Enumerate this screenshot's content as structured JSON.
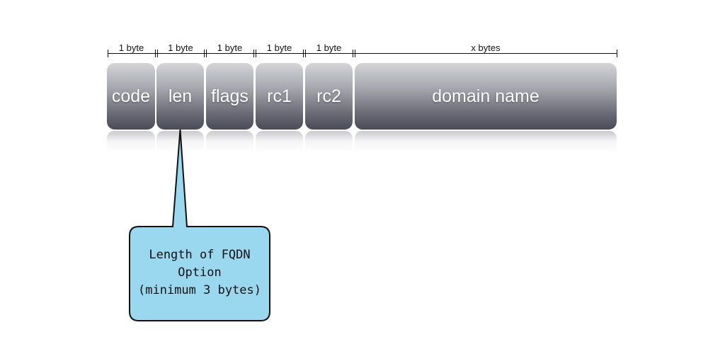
{
  "fields": [
    {
      "label": "code",
      "size": "1 byte"
    },
    {
      "label": "len",
      "size": "1 byte"
    },
    {
      "label": "flags",
      "size": "1 byte"
    },
    {
      "label": "rc1",
      "size": "1 byte"
    },
    {
      "label": "rc2",
      "size": "1 byte"
    },
    {
      "label": "domain name",
      "size": "x bytes"
    }
  ],
  "callout": {
    "text": "Length of FQDN\nOption\n(minimum 3 bytes)",
    "target_field": "len",
    "fill_color": "#99d8ee"
  }
}
